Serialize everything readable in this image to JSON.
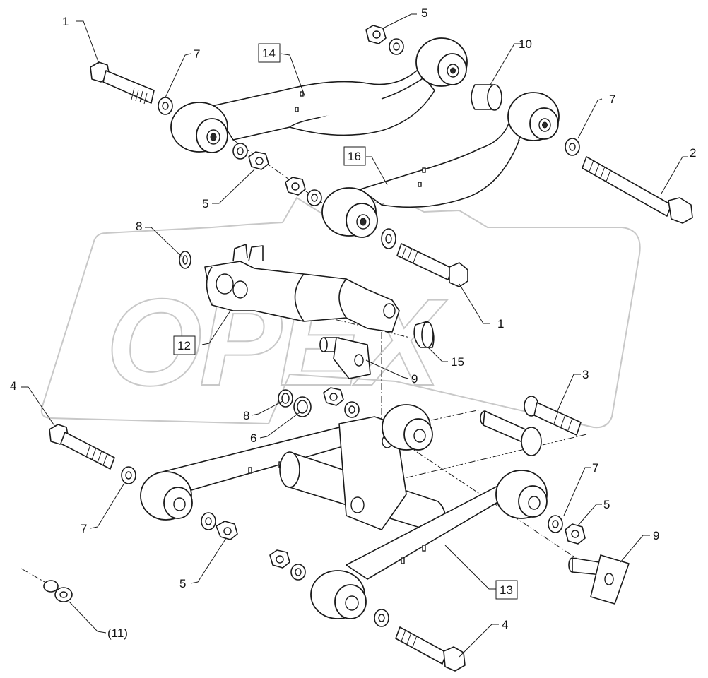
{
  "watermark": {
    "text": "OPEX"
  },
  "corner_mark": "",
  "callouts": [
    {
      "id": "c1a",
      "text": "1",
      "boxed": false
    },
    {
      "id": "c7a",
      "text": "7",
      "boxed": false
    },
    {
      "id": "c14",
      "text": "14",
      "boxed": true
    },
    {
      "id": "c5a",
      "text": "5",
      "boxed": false
    },
    {
      "id": "c10",
      "text": "10",
      "boxed": false
    },
    {
      "id": "c7b",
      "text": "7",
      "boxed": false
    },
    {
      "id": "c16",
      "text": "16",
      "boxed": true
    },
    {
      "id": "c2",
      "text": "2",
      "boxed": false
    },
    {
      "id": "c5b",
      "text": "5",
      "boxed": false
    },
    {
      "id": "c8a",
      "text": "8",
      "boxed": false
    },
    {
      "id": "c1b",
      "text": "1",
      "boxed": false
    },
    {
      "id": "c12",
      "text": "12",
      "boxed": true
    },
    {
      "id": "c15",
      "text": "15",
      "boxed": false
    },
    {
      "id": "c9a",
      "text": "9",
      "boxed": false
    },
    {
      "id": "c4a",
      "text": "4",
      "boxed": false
    },
    {
      "id": "c3",
      "text": "3",
      "boxed": false
    },
    {
      "id": "c8b",
      "text": "8",
      "boxed": false
    },
    {
      "id": "c6",
      "text": "6",
      "boxed": false
    },
    {
      "id": "c7c",
      "text": "7",
      "boxed": false
    },
    {
      "id": "c7d",
      "text": "7",
      "boxed": false
    },
    {
      "id": "c5c",
      "text": "5",
      "boxed": false
    },
    {
      "id": "c9b",
      "text": "9",
      "boxed": false
    },
    {
      "id": "c5d",
      "text": "5",
      "boxed": false
    },
    {
      "id": "c13",
      "text": "13",
      "boxed": true
    },
    {
      "id": "c11",
      "text": "(11)",
      "boxed": false
    },
    {
      "id": "c4b",
      "text": "4",
      "boxed": false
    }
  ]
}
